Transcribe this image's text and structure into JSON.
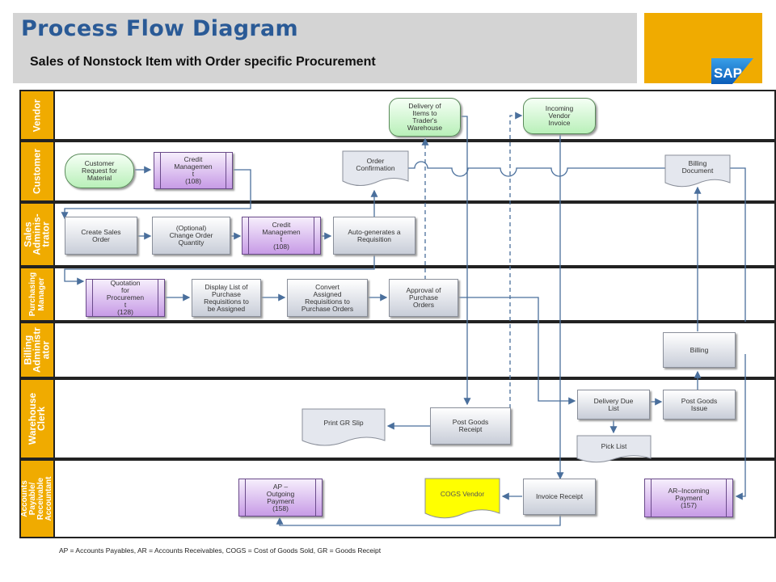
{
  "header": {
    "title": "Process Flow Diagram",
    "subtitle": "Sales of Nonstock Item with Order specific Procurement",
    "logo_text": "SAP"
  },
  "colors": {
    "accent": "#f0ab00",
    "title": "#2a5a96",
    "header_bg": "#d4d4d4",
    "activity_grey": "#c8cdd8",
    "subprocess_purple": "#c79be6",
    "external_green": "#b9f0b9",
    "cogs_yellow": "#ffff00"
  },
  "lanes": [
    {
      "id": "vendor",
      "label": "Vendor"
    },
    {
      "id": "customer",
      "label": "Customer"
    },
    {
      "id": "sales",
      "label": "Sales\nAdminis-\ntrator"
    },
    {
      "id": "purchasing",
      "label": "Purchasing\nManager"
    },
    {
      "id": "billing",
      "label": "Billing\nAdministr\nator"
    },
    {
      "id": "warehouse",
      "label": "Warehouse\nClerk"
    },
    {
      "id": "accounts",
      "label": "Accounts\nPayable/\nReceivable\nAccountant"
    }
  ],
  "steps": {
    "delivery_items": "Delivery of\nItems to\nTrader's\nWarehouse",
    "incoming_vendor_invoice": "Incoming\nVendor\nInvoice",
    "customer_request": "Customer\nRequest for\nMaterial",
    "credit_mgmt_customer": "Credit\nManagemen\nt\n(108)",
    "order_confirmation": "Order\nConfirmation",
    "billing_document": "Billing\nDocument",
    "create_sales_order": "Create Sales\nOrder",
    "change_order_qty": "(Optional)\nChange Order\nQuantity",
    "credit_mgmt_sales": "Credit\nManagemen\nt\n(108)",
    "auto_requisition": "Auto-generates a\nRequisition",
    "quotation": "Quotation\nfor\nProcuremen\nt\n(128)",
    "display_list": "Display List of\nPurchase\nRequisitions to\nbe Assigned",
    "convert_requisitions": "Convert\nAssigned\nRequisitions to\nPurchase Orders",
    "approval_po": "Approval of\nPurchase\nOrders",
    "billing": "Billing",
    "print_gr_slip": "Print GR Slip",
    "post_goods_receipt": "Post Goods\nReceipt",
    "delivery_due_list": "Delivery Due\nList",
    "post_goods_issue": "Post Goods\nIssue",
    "pick_list": "Pick List",
    "ap_outgoing": "AP –\nOutgoing\nPayment\n(158)",
    "cogs_vendor": "COGS Vendor",
    "invoice_receipt": "Invoice Receipt",
    "ar_incoming": "AR–Incoming\nPayment\n(157)"
  },
  "footnote": "AP = Accounts Payables, AR = Accounts Receivables, COGS = Cost of Goods Sold, GR = Goods Receipt"
}
